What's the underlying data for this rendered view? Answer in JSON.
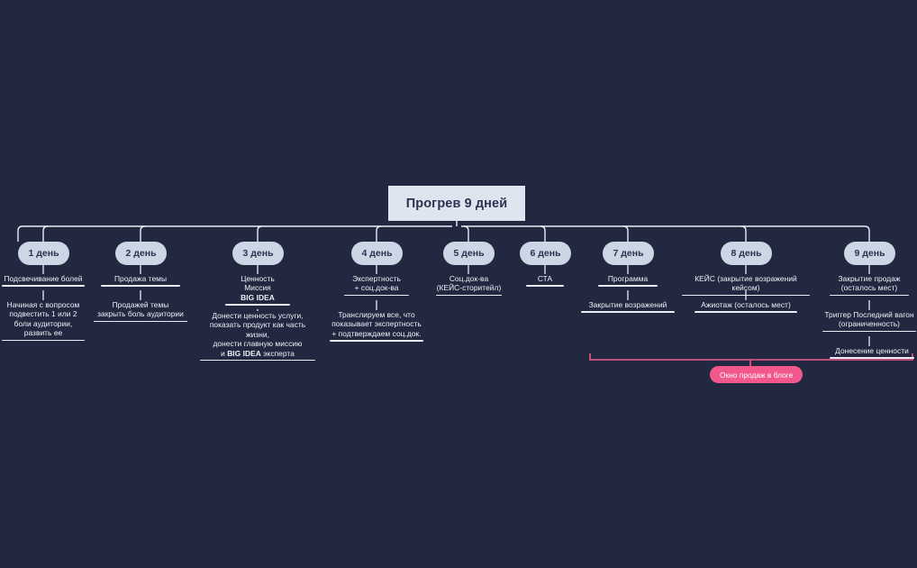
{
  "theme": {
    "background": "#222840",
    "node_fill": "#ccd6e4",
    "root_fill": "#dfe5ef",
    "node_text": "#2b3350",
    "line": "#e9eef6",
    "accent_pink": "#f2588c"
  },
  "root": {
    "label": "Прогрев 9 дней"
  },
  "bracket": {
    "label": "Окно продаж в блоге",
    "color": "#f2588c"
  },
  "days": [
    {
      "label": "1 день",
      "children": [
        {
          "text": "Подсвечивание болей"
        },
        {
          "text": "Начиная с вопросом\nподвестить 1 или 2\nболи аудитории,\nразвить ее"
        }
      ]
    },
    {
      "label": "2 день",
      "children": [
        {
          "text": "Продажа темы"
        },
        {
          "text": "Продажей темы\nзакрыть боль аудитории"
        }
      ]
    },
    {
      "label": "3 день",
      "children": [
        {
          "text": "Ценность\nМиссия\nBIG IDEA",
          "bold_lines": [
            2
          ]
        },
        {
          "text": "Донести ценность услуги,\nпоказать продукт как часть жизни,\nдонести главную миссию\nи BIG IDEA эксперта",
          "bold_fragment": "BIG IDEA"
        }
      ]
    },
    {
      "label": "4 день",
      "children": [
        {
          "text": "Экспертность\n+ соц.док-ва"
        },
        {
          "text": "Транслируем все, что\nпоказывает экспертность\n+ подтверждаем соц.док."
        }
      ]
    },
    {
      "label": "5 день",
      "children": [
        {
          "text": "Соц.док-ва\n(КЕЙС-сторитейл)"
        }
      ]
    },
    {
      "label": "6 день",
      "children": [
        {
          "text": "СТА"
        }
      ]
    },
    {
      "label": "7 день",
      "children": [
        {
          "text": "Программа"
        },
        {
          "text": "Закрытие возражений"
        }
      ]
    },
    {
      "label": "8 день",
      "children": [
        {
          "text": "КЕЙС (закрытие возражений кейсом)"
        },
        {
          "text": "Ажиотаж (осталось мест)"
        }
      ]
    },
    {
      "label": "9 день",
      "children": [
        {
          "text": "Закрытие продаж\n(осталось мест)"
        },
        {
          "text": "Триггер Последний вагон\n(ограниченность)"
        },
        {
          "text": "Донесение ценности"
        }
      ]
    }
  ]
}
